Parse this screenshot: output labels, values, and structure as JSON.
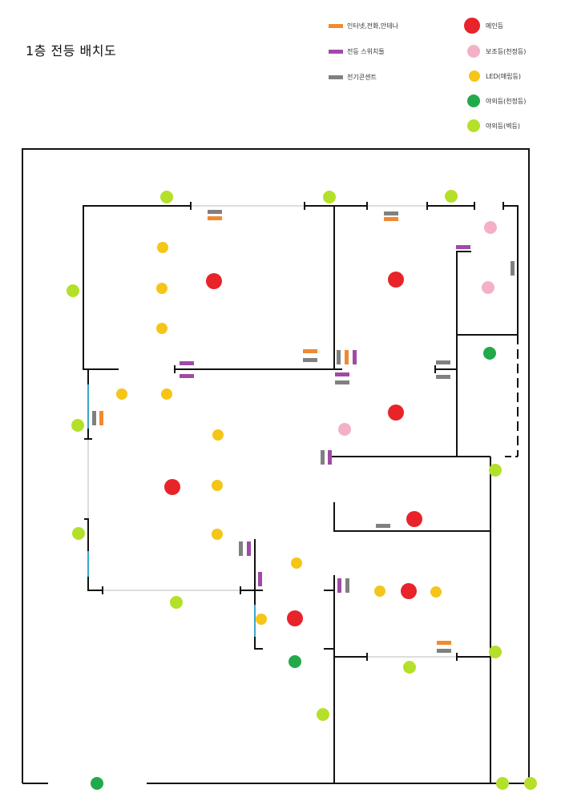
{
  "title": "1층 전등 배치도",
  "legend": {
    "outlets": [
      {
        "label": "인터넷,전화,안테나",
        "color": "#f08a30"
      },
      {
        "label": "전등 스위치들",
        "color": "#a04aa8"
      },
      {
        "label": "전기콘센트",
        "color": "#808080"
      }
    ],
    "lights": [
      {
        "label": "메인등",
        "color": "#e8232a"
      },
      {
        "label": "보조등(천정등)",
        "color": "#f4b0c6"
      },
      {
        "label": "LED(매립등)",
        "color": "#f5c518"
      },
      {
        "label": "야외등(천정등)",
        "color": "#22aa4a"
      },
      {
        "label": "야외등(벽등)",
        "color": "#b4e02a"
      }
    ]
  },
  "colors": {
    "wall": "#111111",
    "window": "#3aa7c9",
    "thin_line": "#bbbbbb"
  }
}
